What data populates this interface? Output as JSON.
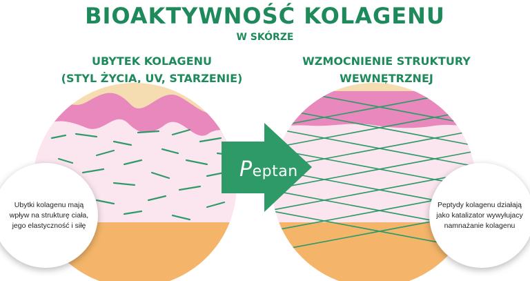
{
  "title": "BIOAKTYWNOŚĆ KOLAGENU",
  "subtitle": "W SKÓRZE",
  "left": {
    "heading_line1": "UBYTEK KOLAGENU",
    "heading_line2": "(STYL ŻYCIA, UV, STARZENIE)",
    "bubble_text": "Ubytki kolagenu mają wpływ na strukturę ciała, jego elastyczność i siłę"
  },
  "right": {
    "heading_line1": "WZMOCNIENIE STRUKTURY",
    "heading_line2": "WEWNĘTRZNEJ",
    "bubble_text": "Peptydy kolagenu działają jako katalizator wywyłujacy namnażanie kolagenu"
  },
  "logo": {
    "letter": "P",
    "rest": "eptan"
  },
  "colors": {
    "brand_green": "#1e8a5c",
    "arrow_green": "#2e9a68",
    "epidermis_pink": "#e888bc",
    "surface_cream": "#f6dcb1",
    "dermis_light_pink": "#fbe6f0",
    "fat_orange": "#f4b56a"
  },
  "icons": [
    "right-arrow-icon",
    "peptan-logo"
  ]
}
